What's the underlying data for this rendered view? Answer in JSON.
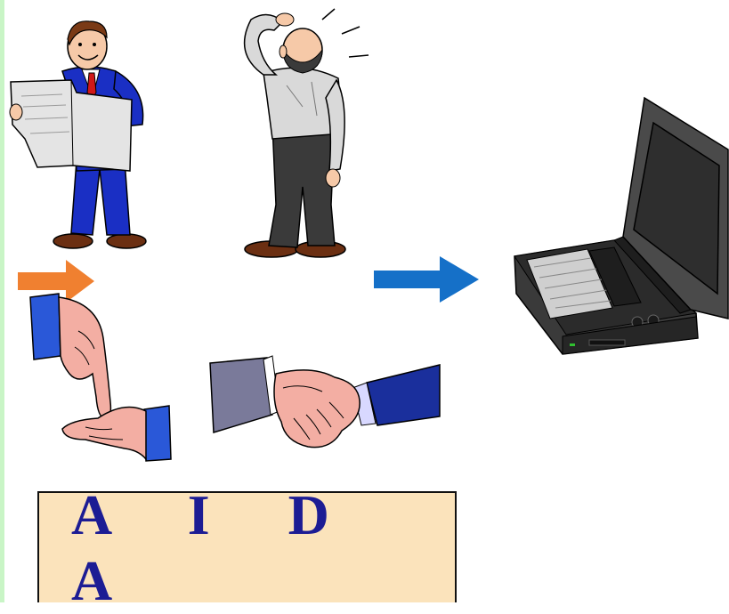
{
  "aida": {
    "label": "A I D A"
  },
  "colors": {
    "accent_orange": "#f08030",
    "accent_blue": "#1570c8",
    "box_fill": "#fbe3bb",
    "text_navy": "#1c1c94",
    "suit_blue": "#1a2fc4"
  },
  "icons": [
    "man-reading-newspaper",
    "confused-man",
    "orange-arrow",
    "blue-arrow",
    "pointing-hands",
    "handshake",
    "laptop"
  ]
}
